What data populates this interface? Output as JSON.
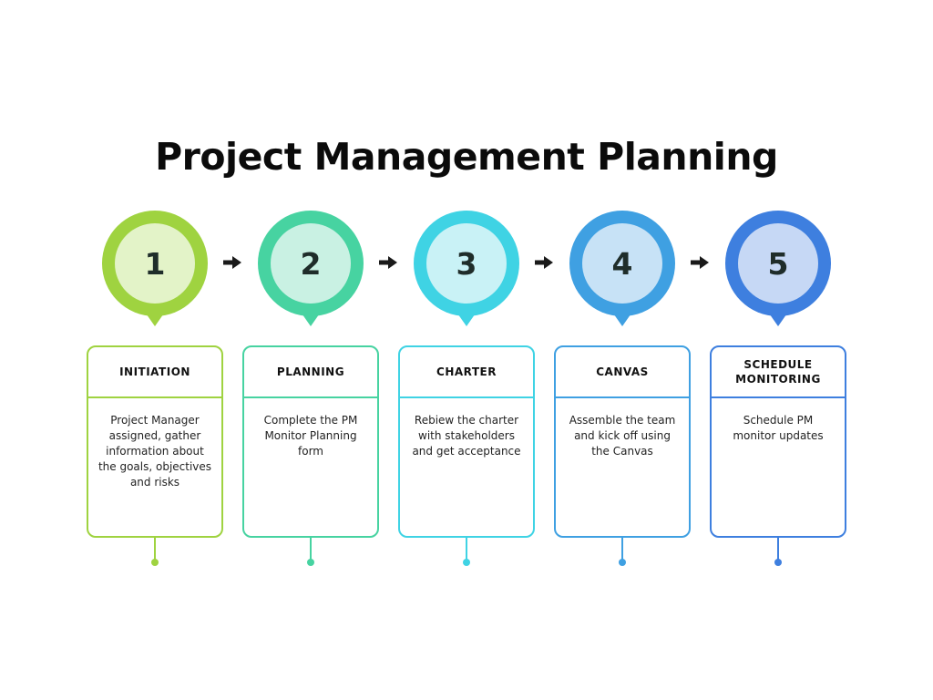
{
  "title": "Project Management Planning",
  "colors": {
    "step1": {
      "outer": "#9fd340",
      "inner": "#e3f3c8",
      "line": "#9fd340"
    },
    "step2": {
      "outer": "#47d3a1",
      "inner": "#c9f1e3",
      "line": "#47d3a1"
    },
    "step3": {
      "outer": "#3fd3e4",
      "inner": "#c9f2f6",
      "line": "#3fd3e4"
    },
    "step4": {
      "outer": "#3fa0e2",
      "inner": "#c7e2f6",
      "line": "#3fa0e2"
    },
    "step5": {
      "outer": "#3e7fdf",
      "inner": "#c6d8f5",
      "line": "#3e7fdf"
    }
  },
  "steps": [
    {
      "number": "1",
      "heading": "INITIATION",
      "description": "Project Manager assigned, gather information about the goals, objectives and risks"
    },
    {
      "number": "2",
      "heading": "PLANNING",
      "description": "Complete the PM Monitor Planning form"
    },
    {
      "number": "3",
      "heading": "CHARTER",
      "description": "Rebiew the charter with stakeholders and get acceptance"
    },
    {
      "number": "4",
      "heading": "CANVAS",
      "description": "Assemble the team and kick off using the Canvas"
    },
    {
      "number": "5",
      "heading": "SCHEDULE MONITORING",
      "description": "Schedule PM monitor updates"
    }
  ],
  "arrow_icon": "right-arrow-icon"
}
